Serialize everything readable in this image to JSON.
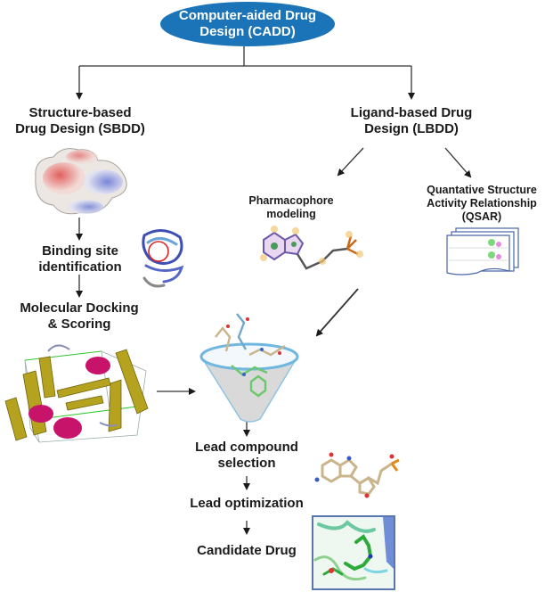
{
  "root": {
    "label": "Computer-aided Drug\nDesign (CADD)",
    "color": "#1b74b8"
  },
  "branches": {
    "sbdd": {
      "label": "Structure-based\nDrug Design (SBDD)"
    },
    "lbdd": {
      "label": "Ligand-based Drug\nDesign (LBDD)"
    }
  },
  "sbdd_steps": [
    {
      "label": "Binding site\nidentification"
    },
    {
      "label": "Molecular Docking\n& Scoring"
    }
  ],
  "lbdd_methods": [
    {
      "label": "Pharmacophore\nmodeling"
    },
    {
      "label": "Quantative Structure\nActivity Relationship\n(QSAR)"
    }
  ],
  "pipeline": [
    {
      "label": "Lead compound\nselection"
    },
    {
      "label": "Lead optimization"
    },
    {
      "label": "Candidate Drug"
    }
  ],
  "images": {
    "protein_surface": "electrostatic-surface-image",
    "binding_site": "protein-ribbon-binding-site-image",
    "docking_box": "docking-grid-box-image",
    "pharmacophore": "pharmacophore-molecule-image",
    "qsar": "qsar-table-stack-image",
    "funnel": "virtual-screening-funnel-image",
    "lead_molecule": "lead-molecule-stick-image",
    "candidate": "candidate-drug-complex-image"
  }
}
